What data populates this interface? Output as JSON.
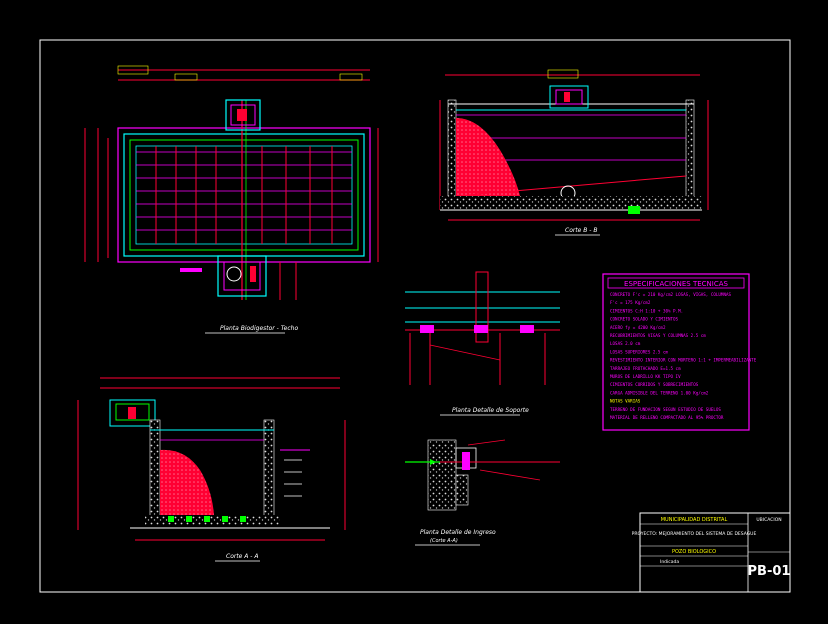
{
  "drawing": {
    "views": {
      "plan_title": "Planta Biodigestor - Techo",
      "section_b_title": "Corte B - B",
      "section_a_title": "Corte A - A",
      "detail_support_title": "Planta Detalle de Soporte",
      "detail_inlet_title": "Planta Detalle de Ingreso",
      "detail_inlet_subtitle": "(Corte A-A)"
    },
    "spec_table": {
      "title": "ESPECIFICACIONES TECNICAS",
      "rows": [
        "CONCRETO   F'c = 210 Kg/cm2 LOSAS, VIGAS, COLUMNAS",
        "           F'c = 175 Kg/cm2",
        "CIMIENTOS  C:H 1:10 + 30% P.M.",
        "CONCRETO   SOLADO Y CIMIENTOS",
        "ACERO      fy = 4200 Kg/cm2",
        "RECUBRIMIENTOS   VIGAS Y COLUMNAS   2.5 cm",
        "                 LOSAS              2.0 cm",
        "                 LOSAS SUPERIORES   2.5 cm",
        "REVESTIMIENTO INTERIOR CON MORTERO 1:1 + IMPERMEABILIZANTE",
        "TARRAJEO FROTACHADO E=1.5 cm",
        "MUROS DE LADRILLO KK TIPO IV",
        "CIMIENTOS CORRIDOS Y SOBRECIMIENTOS",
        "CARGA ADMISIBLE DEL TERRENO 1.00 Kg/cm2",
        "NOTAS VARIAS",
        "TERRENO DE FUNDACION SEGUN ESTUDIO DE SUELOS",
        "MATERIAL DE RELLENO COMPACTADO AL 95% PROCTOR"
      ]
    },
    "title_block": {
      "entity": "MUNICIPALIDAD DISTRITAL",
      "project": "PROYECTO: MEJORAMIENTO DEL SISTEMA DE DESAGUE",
      "drawing_name": "POZO BIOLOGICO",
      "scale_label": "Indicada",
      "location_label": "UBICACION",
      "sheet_code": "PB-01"
    },
    "colors": {
      "background": "#000000",
      "border": "#ffffff",
      "structure": "#00ffff",
      "magenta": "#ff00ff",
      "red": "#ff0033",
      "yellow": "#ffff00",
      "green": "#00ff00",
      "white": "#ffffff"
    }
  }
}
